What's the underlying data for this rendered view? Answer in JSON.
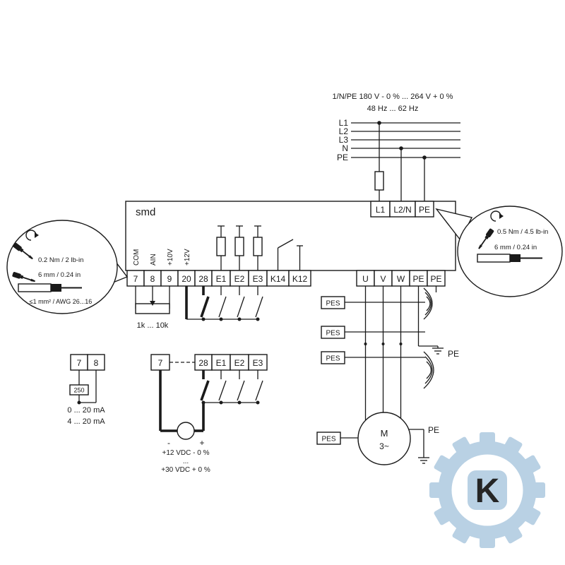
{
  "supply": {
    "spec_line1": "1/N/PE 180 V - 0 % ... 264 V + 0 %",
    "spec_line2": "48 Hz ... 62 Hz",
    "phases": [
      "L1",
      "L2",
      "L3",
      "N",
      "PE"
    ]
  },
  "device": {
    "name": "smd",
    "mains_terminals": [
      "L1",
      "L2/N",
      "PE"
    ],
    "signal_labels": [
      "COM",
      "AIN",
      "+10V",
      "+12V"
    ],
    "control_terminals": [
      "7",
      "8",
      "9",
      "20",
      "28",
      "E1",
      "E2",
      "E3",
      "K14",
      "K12"
    ],
    "motor_terminals": [
      "U",
      "V",
      "W",
      "PE",
      "PE"
    ]
  },
  "left_callout": {
    "torque": "0.2 Nm / 2 lb-in",
    "strip_length": "6 mm / 0.24 in",
    "wire_gauge": "≤1 mm² / AWG 26...16"
  },
  "right_callout": {
    "torque": "0.5 Nm / 4.5 lb-in",
    "strip_length": "6 mm / 0.24 in"
  },
  "potentiometer": {
    "range": "1k ... 10k"
  },
  "current_input": {
    "terminals": [
      "7",
      "8"
    ],
    "resistor_value": "250",
    "range_a": "0 ... 20 mA",
    "range_b": "4 ... 20 mA"
  },
  "voltage_input": {
    "terminals": [
      "7",
      "28",
      "E1",
      "E2",
      "E3"
    ],
    "polarity_minus": "-",
    "polarity_plus": "+",
    "spec_line1": "+12 VDC - 0 %",
    "spec_ellipsis": "...",
    "spec_line2": "+30 VDC + 0 %"
  },
  "motor": {
    "label": "M",
    "phase": "3~"
  },
  "shielding": {
    "pes_labels": [
      "PES",
      "PES",
      "PES",
      "PES"
    ],
    "pe_labels": [
      "PE",
      "PE"
    ]
  },
  "watermark": {
    "letter": "K",
    "color": "#b6cfe3"
  }
}
